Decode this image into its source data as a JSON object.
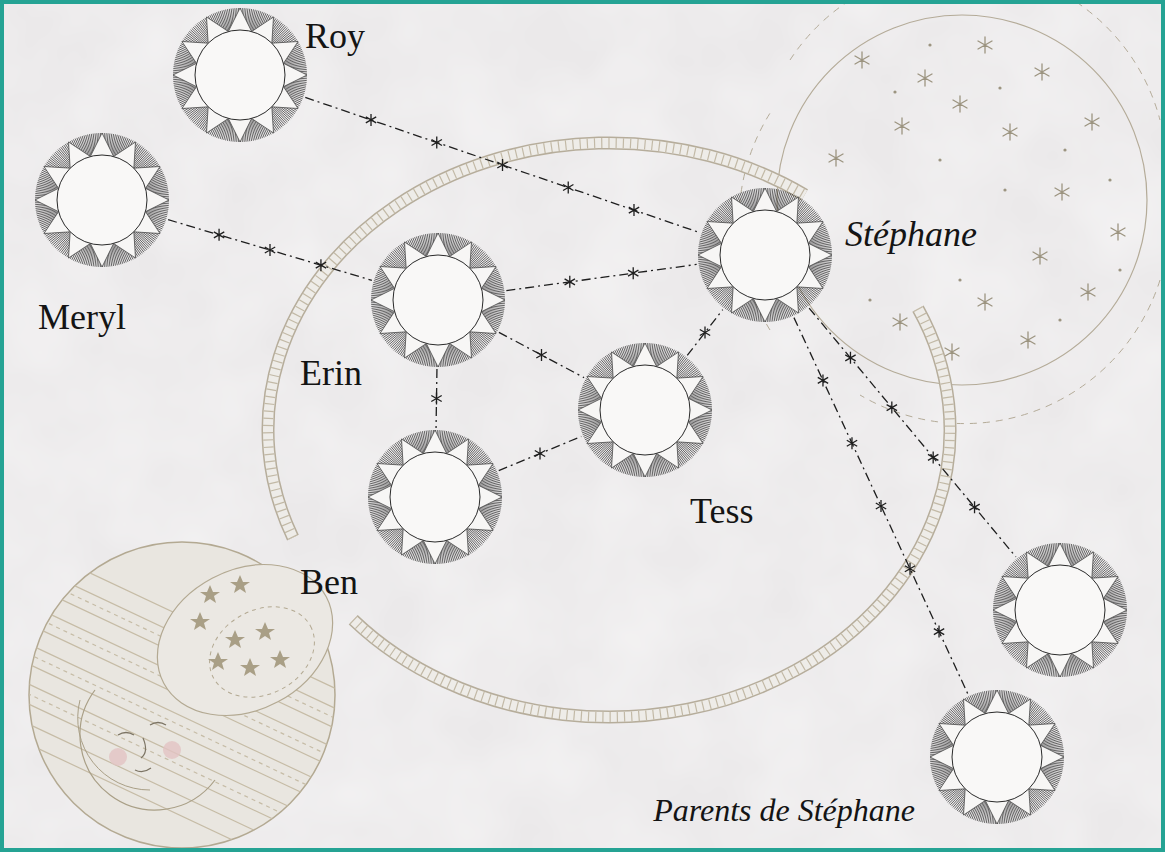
{
  "diagram": {
    "nodes": [
      {
        "text": [
          "Roy"
        ]
      },
      {
        "text": [
          "Meryl"
        ]
      },
      {
        "text": [
          "Stéphane"
        ]
      },
      {
        "text": [
          "Erin"
        ]
      },
      {
        "text": [
          "Tess"
        ]
      },
      {
        "text": [
          "Ben"
        ]
      },
      {
        "text": []
      },
      {
        "text": [
          "Parents de Stéphane"
        ]
      }
    ],
    "edges": [
      {
        "from": 0,
        "to": 2,
        "arrow": "none"
      },
      {
        "from": 1,
        "to": 3,
        "arrow": "none"
      },
      {
        "from": 3,
        "to": 2,
        "arrow": "none"
      },
      {
        "from": 3,
        "to": 4,
        "arrow": "none"
      },
      {
        "from": 3,
        "to": 5,
        "arrow": "none"
      },
      {
        "from": 5,
        "to": 4,
        "arrow": "none"
      },
      {
        "from": 4,
        "to": 2,
        "arrow": "none"
      },
      {
        "from": 2,
        "to": 6,
        "arrow": "none"
      },
      {
        "from": 2,
        "to": 7,
        "arrow": "none"
      }
    ]
  }
}
